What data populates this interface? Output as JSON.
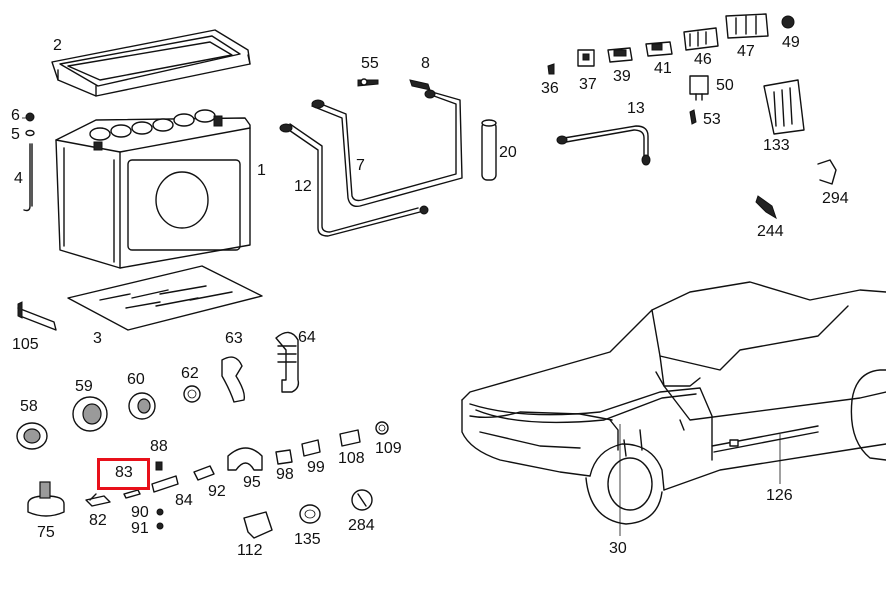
{
  "highlight_color": "#e8101a",
  "highlighted_part": "83",
  "labels": {
    "p1": "1",
    "p2": "2",
    "p3": "3",
    "p4": "4",
    "p5": "5",
    "p6": "6",
    "p7": "7",
    "p8": "8",
    "p12": "12",
    "p13": "13",
    "p20": "20",
    "p30": "30",
    "p36": "36",
    "p37": "37",
    "p39": "39",
    "p41": "41",
    "p46": "46",
    "p47": "47",
    "p49": "49",
    "p50": "50",
    "p53": "53",
    "p55": "55",
    "p58": "58",
    "p59": "59",
    "p60": "60",
    "p62": "62",
    "p63": "63",
    "p64": "64",
    "p75": "75",
    "p82": "82",
    "p83": "83",
    "p84": "84",
    "p88": "88",
    "p90": "90",
    "p91": "91",
    "p92": "92",
    "p95": "95",
    "p98": "98",
    "p99": "99",
    "p105": "105",
    "p108": "108",
    "p109": "109",
    "p112": "112",
    "p126": "126",
    "p133": "133",
    "p135": "135",
    "p244": "244",
    "p284": "284",
    "p294": "294"
  }
}
